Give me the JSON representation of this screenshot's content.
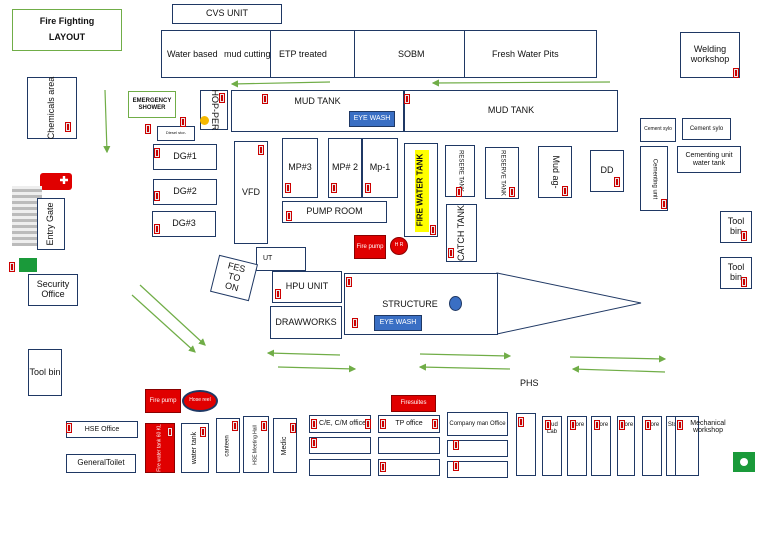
{
  "title": {
    "line1": "Fire Fighting",
    "line2": "LAYOUT"
  },
  "cvs_unit": "CVS UNIT",
  "pits": {
    "water_based": "Water based",
    "mud_cutting": "mud cutting",
    "etp": "ETP treated",
    "sobm": "SOBM",
    "fresh_water": "Fresh Water Pits"
  },
  "welding": "Welding workshop",
  "chemicals": "Chemicals area",
  "emergency_shower": "EMERGENCY SHOWER",
  "diesel_store": "Diesel stor-",
  "hop": "HOP-PER",
  "mud_tank_1": "MUD TANK",
  "mud_tank_2": "MUD TANK",
  "eye_wash_1": "EYE WASH",
  "eye_wash_2": "EYE WASH",
  "cement_sylo_1": "Cement sylo",
  "cement_sylo_2": "Cement sylo",
  "cementing_unit_tank": "Cementing unit water tank",
  "cementing_unit": "Cementing unit",
  "dg": [
    "DG#1",
    "DG#2",
    "DG#3"
  ],
  "vfd": "VFD",
  "mp": [
    "MP#3",
    "MP# 2",
    "Mp-1"
  ],
  "pump_room": "PUMP ROOM",
  "fire_water_tank": "FIRE WATER TANK",
  "reserve_tank_1": "RESERE TANK",
  "reserve_tank_2": "RESERVE TANK",
  "mud_agitator": "Mud ag-",
  "dd": "DD",
  "catch_tank": "CATCH TANK",
  "fire_pump_1": "Fire pump",
  "fire_pump_2": "Fire pump",
  "hose_reel_1": "H R",
  "hose_reel_2": "Hose reel",
  "tool_bin": [
    "Tool bin",
    "Tool bin",
    "Tool bin"
  ],
  "entry_gate": "Entry Gate",
  "security_office": "Security Office",
  "fes_to_on": [
    "FES",
    "TO",
    "ON"
  ],
  "ut": "UT",
  "hpu_unit": "HPU UNIT",
  "drawworks": "DRAWWORKS",
  "structure": "STRUCTURE",
  "phs": "PHS",
  "hse_office": "HSE Office",
  "general_toilet": "GeneralToilet",
  "fire_water_tank_small": "Fire water tank 60 KL",
  "water_tank": "water tank",
  "canteen": "canteen",
  "hse_meeting_hall": "HSE Meeting Hall",
  "medic": "Medic",
  "ce_cm_office": "C/E, C/M office",
  "tp_office": "TP office",
  "firesuites": "Firesuites",
  "company_man_office": "Company man Office",
  "mud_lab": "Mud Lab",
  "stores": [
    "Store",
    "Store",
    "Store",
    "Store",
    "Store"
  ],
  "mechanical_workshop": "Mechanical workshop",
  "colors": {
    "red": "#e00000",
    "blue": "#3a6fc4",
    "green": "#70ad47",
    "yellow": "#ffff00",
    "navy": "#1f3864"
  }
}
